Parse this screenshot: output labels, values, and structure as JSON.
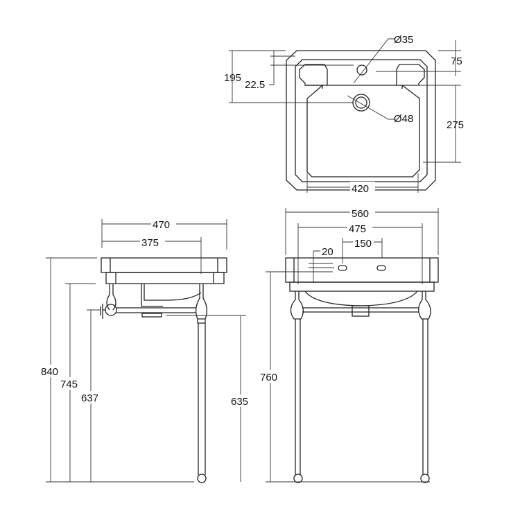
{
  "top_view": {
    "tap_hole_label": "Ø35",
    "waste_label": "Ø48",
    "dims": {
      "d195": "195",
      "d22_5": "22.5",
      "d75": "75",
      "d275": "275",
      "d420": "420"
    }
  },
  "side_view": {
    "dims": {
      "d470": "470",
      "d375": "375",
      "d840": "840",
      "d745": "745",
      "d637": "637",
      "d635": "635"
    }
  },
  "front_view": {
    "dims": {
      "d560": "560",
      "d475": "475",
      "d150": "150",
      "d20": "20",
      "d760": "760"
    }
  },
  "colors": {
    "line": "#222222",
    "background": "#ffffff"
  }
}
